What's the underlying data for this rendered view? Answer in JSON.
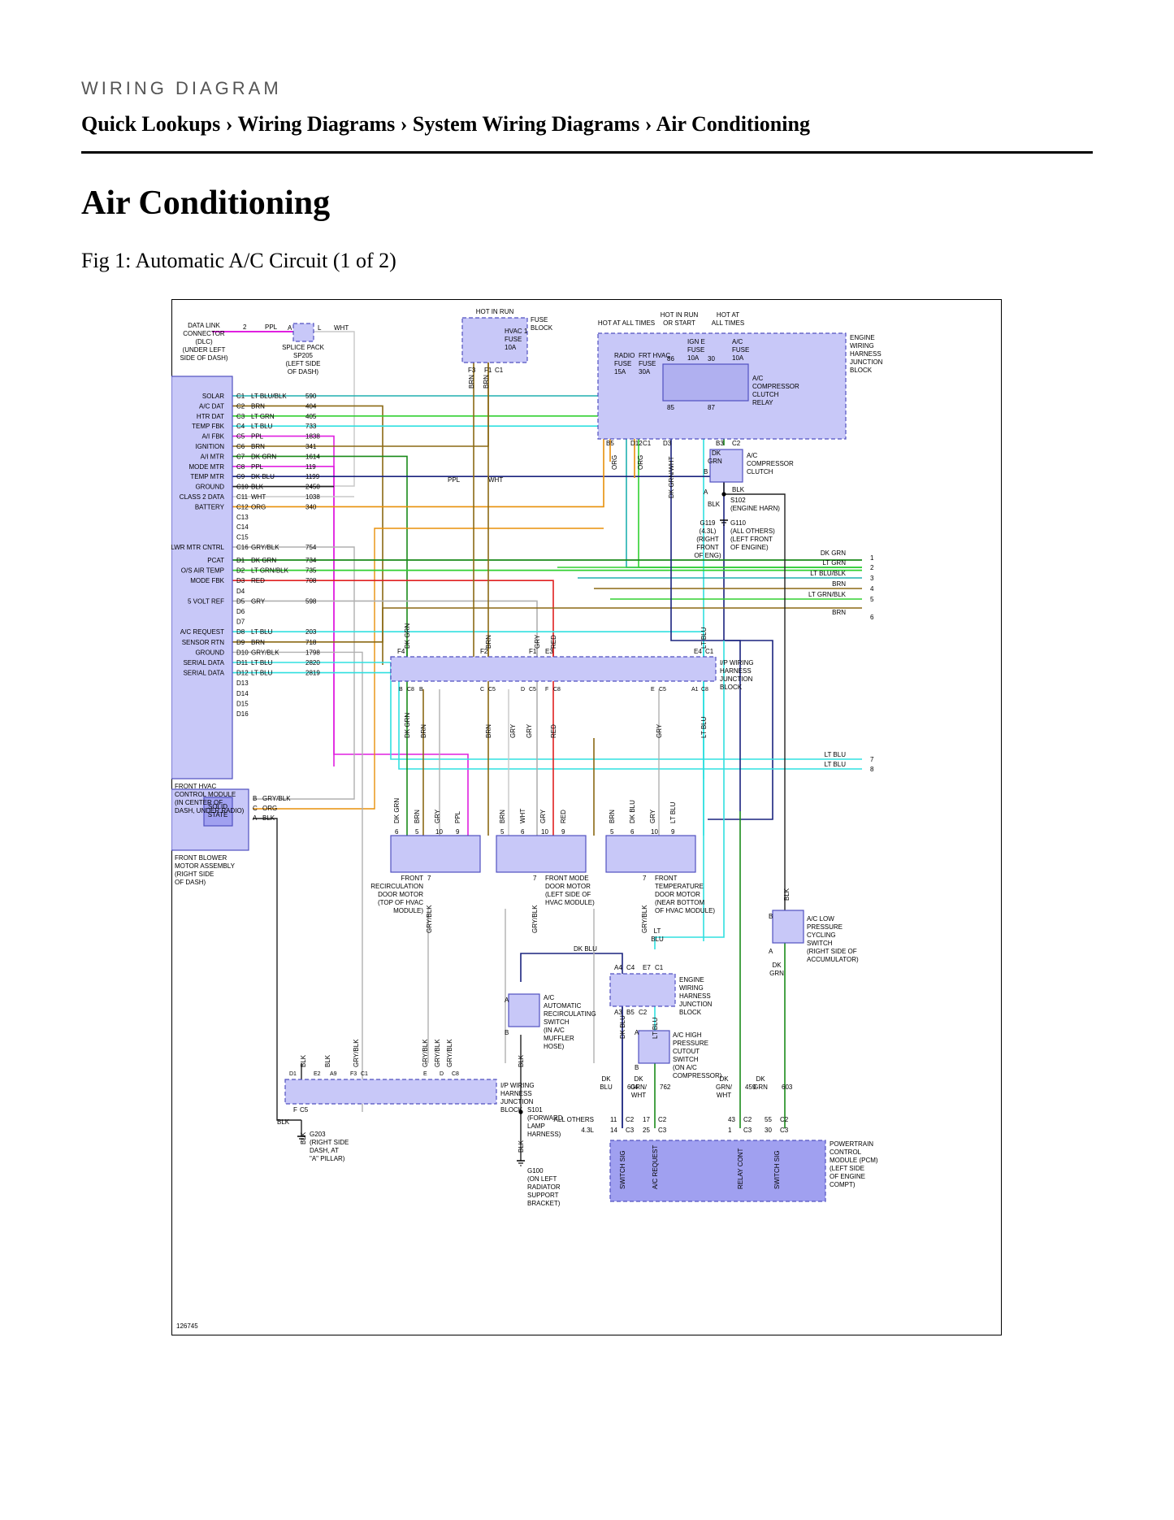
{
  "header": {
    "section_label": "WIRING DIAGRAM",
    "breadcrumbs": [
      "Quick Lookups",
      "Wiring Diagrams",
      "System Wiring Diagrams",
      "Air Conditioning"
    ],
    "separator": "›"
  },
  "page_title": "Air Conditioning",
  "figure_caption": "Fig 1: Automatic A/C Circuit (1 of 2)",
  "diagram": {
    "figure_number": "126745",
    "wire_colors": {
      "PPL": "#e020e0",
      "BRN": "#8b6914",
      "LT_GRN": "#30d030",
      "LT_BLU": "#30e0e0",
      "DK_GRN": "#1a8a1a",
      "DK_BLU": "#1a237e",
      "ORG": "#e8900a",
      "GRY": "#b0b0b0",
      "RED": "#e02020",
      "WHT": "#c8c8c8",
      "BLK": "#222222",
      "TEAL": "#20b0b0",
      "box_fill": "#c8c8f8",
      "box_stroke": "#5050c0",
      "pcm_fill": "#a0a0f0"
    },
    "dlc": {
      "label": [
        "DATA LINK",
        "CONNECTOR",
        "(DLC)",
        "(UNDER LEFT",
        "SIDE OF DASH)"
      ],
      "pin": "2",
      "wire": "PPL"
    },
    "splice_pack": {
      "label": [
        "SPLICE PACK",
        "SP205",
        "(LEFT SIDE",
        "OF DASH)"
      ],
      "pin_a": "A",
      "pin_l": "L",
      "wire": "WHT"
    },
    "fuse_block": {
      "hot": "HOT IN RUN",
      "label": [
        "FUSE",
        "BLOCK"
      ],
      "fuse": [
        "HVAC 1",
        "FUSE",
        "10A"
      ],
      "pins": [
        "F3",
        "F1",
        "C1"
      ],
      "wires": [
        "BRN",
        "BRN"
      ]
    },
    "ewjb": {
      "hot_labels": [
        "HOT AT ALL TIMES",
        "HOT IN RUN",
        "OR START",
        "HOT AT",
        "ALL TIMES"
      ],
      "label": [
        "ENGINE",
        "WIRING",
        "HARNESS",
        "JUNCTION",
        "BLOCK"
      ],
      "fuses": [
        [
          "RADIO",
          "FUSE",
          "15A"
        ],
        [
          "FRT HVAC",
          "FUSE",
          "30A"
        ],
        [
          "IGN E",
          "FUSE",
          "10A"
        ],
        [
          "A/C",
          "FUSE",
          "10A"
        ]
      ],
      "relay_pins": [
        "86",
        "30",
        "85",
        "87"
      ],
      "relay_label": [
        "A/C",
        "COMPRESSOR",
        "CLUTCH",
        "RELAY"
      ],
      "pins": [
        "B5",
        "D12",
        "C1",
        "D3",
        "B3",
        "C2"
      ],
      "wires": [
        "ORG",
        "ORG",
        "DK GRN/WHT",
        "DK",
        "GRN"
      ]
    },
    "clutch": {
      "label": [
        "A/C",
        "COMPRESSOR",
        "CLUTCH"
      ],
      "pin_b": "B",
      "pin_a": "A",
      "wire": "BLK"
    },
    "s102": {
      "label": [
        "S102",
        "(ENGINE HARN)"
      ],
      "wire": "BLK"
    },
    "grounds_engine": {
      "g119": [
        "G119",
        "(4.3L)",
        "(RIGHT",
        "FRONT",
        "OF ENG)"
      ],
      "g110": [
        "G110",
        "(ALL OTHERS)",
        "(LEFT FRONT",
        "OF ENGINE)"
      ]
    },
    "module": {
      "label": [
        "FRONT HVAC",
        "CONTROL MODULE",
        "(IN CENTER OF",
        "DASH, UNDER RADIO)"
      ],
      "c_rows": [
        {
          "name": "SOLAR",
          "pin": "C1",
          "wire": "LT BLU/BLK",
          "circuit": "590"
        },
        {
          "name": "A/C DAT",
          "pin": "C2",
          "wire": "BRN",
          "circuit": "404"
        },
        {
          "name": "HTR DAT",
          "pin": "C3",
          "wire": "LT GRN",
          "circuit": "405"
        },
        {
          "name": "TEMP FBK",
          "pin": "C4",
          "wire": "LT BLU",
          "circuit": "733"
        },
        {
          "name": "A/I FBK",
          "pin": "C5",
          "wire": "PPL",
          "circuit": "1838"
        },
        {
          "name": "IGNITION",
          "pin": "C6",
          "wire": "BRN",
          "circuit": "341"
        },
        {
          "name": "A/I MTR",
          "pin": "C7",
          "wire": "DK GRN",
          "circuit": "1614"
        },
        {
          "name": "MODE MTR",
          "pin": "C8",
          "wire": "PPL",
          "circuit": "119"
        },
        {
          "name": "TEMP MTR",
          "pin": "C9",
          "wire": "DK BLU",
          "circuit": "1199"
        },
        {
          "name": "GROUND",
          "pin": "C10",
          "wire": "BLK",
          "circuit": "2450"
        },
        {
          "name": "CLASS 2 DATA",
          "pin": "C11",
          "wire": "WHT",
          "circuit": "1038"
        },
        {
          "name": "BATTERY",
          "pin": "C12",
          "wire": "ORG",
          "circuit": "340"
        },
        {
          "name": "",
          "pin": "C13",
          "wire": "",
          "circuit": ""
        },
        {
          "name": "",
          "pin": "C14",
          "wire": "",
          "circuit": ""
        },
        {
          "name": "",
          "pin": "C15",
          "wire": "",
          "circuit": ""
        },
        {
          "name": "BLWR MTR CNTRL",
          "pin": "C16",
          "wire": "GRY/BLK",
          "circuit": "754"
        }
      ],
      "d_rows": [
        {
          "name": "PCAT",
          "pin": "D1",
          "wire": "DK GRN",
          "circuit": "734"
        },
        {
          "name": "O/S AIR TEMP",
          "pin": "D2",
          "wire": "LT GRN/BLK",
          "circuit": "735"
        },
        {
          "name": "MODE FBK",
          "pin": "D3",
          "wire": "RED",
          "circuit": "708"
        },
        {
          "name": "",
          "pin": "D4",
          "wire": "",
          "circuit": ""
        },
        {
          "name": "5 VOLT REF",
          "pin": "D5",
          "wire": "GRY",
          "circuit": "598"
        },
        {
          "name": "",
          "pin": "D6",
          "wire": "",
          "circuit": ""
        },
        {
          "name": "",
          "pin": "D7",
          "wire": "",
          "circuit": ""
        },
        {
          "name": "A/C REQUEST",
          "pin": "D8",
          "wire": "LT BLU",
          "circuit": "203"
        },
        {
          "name": "SENSOR RTN",
          "pin": "D9",
          "wire": "BRN",
          "circuit": "718"
        },
        {
          "name": "GROUND",
          "pin": "D10",
          "wire": "GRY/BLK",
          "circuit": "1798"
        },
        {
          "name": "SERIAL DATA",
          "pin": "D11",
          "wire": "LT BLU",
          "circuit": "2820"
        },
        {
          "name": "SERIAL DATA",
          "pin": "D12",
          "wire": "LT BLU",
          "circuit": "2819"
        },
        {
          "name": "",
          "pin": "D13",
          "wire": "",
          "circuit": ""
        },
        {
          "name": "",
          "pin": "D14",
          "wire": "",
          "circuit": ""
        },
        {
          "name": "",
          "pin": "D15",
          "wire": "",
          "circuit": ""
        },
        {
          "name": "",
          "pin": "D16",
          "wire": "",
          "circuit": ""
        }
      ]
    },
    "ppl_wht_mid": {
      "left": "PPL",
      "right": "WHT"
    },
    "right_outputs": [
      {
        "wire": "DK GRN",
        "num": "1"
      },
      {
        "wire": "LT GRN",
        "num": "2"
      },
      {
        "wire": "LT BLU/BLK",
        "num": "3"
      },
      {
        "wire": "BRN",
        "num": "4"
      },
      {
        "wire": "LT GRN/BLK",
        "num": "5"
      },
      {
        "wire": "BRN",
        "num": "6"
      },
      {
        "wire": "LT BLU",
        "num": "7"
      },
      {
        "wire": "LT BLU",
        "num": "8"
      }
    ],
    "ip_jb_upper": {
      "label": [
        "I/P WIRING",
        "HARNESS",
        "JUNCTION",
        "BLOCK"
      ],
      "top_wires": [
        "DK GRN",
        "BRN",
        "GRY",
        "RED",
        "LT BLU"
      ],
      "top_pins": [
        "F4",
        "F2",
        "F1",
        "E3",
        "E4",
        "C1"
      ],
      "bottom_pins": [
        "B",
        "C8",
        "B",
        "C",
        "C5",
        "D",
        "C5",
        "F",
        "C8",
        "E",
        "C5",
        "A1",
        "C8"
      ],
      "bottom_wires": [
        "DK GRN",
        "BRN",
        "BRN",
        "GRY",
        "GRY",
        "RED",
        "GRY",
        "LT BLU"
      ]
    },
    "blower": {
      "label": [
        "FRONT BLOWER",
        "MOTOR ASSEMBLY",
        "(RIGHT SIDE",
        "OF DASH)"
      ],
      "inner": [
        "SOLID",
        "STATE"
      ],
      "pins": [
        {
          "pin": "B",
          "wire": "GRY/BLK"
        },
        {
          "pin": "C",
          "wire": "ORG"
        },
        {
          "pin": "A",
          "wire": "BLK"
        }
      ]
    },
    "motors": [
      {
        "wires": [
          "DK GRN",
          "BRN",
          "GRY",
          "PPL"
        ],
        "pins": [
          "6",
          "5",
          "10",
          "9"
        ],
        "ground_pin": "7",
        "ground_wire": "GRY/BLK",
        "label": [
          "FRONT",
          "RECIRCULATION",
          "DOOR MOTOR",
          "(TOP OF HVAC",
          "MODULE)"
        ]
      },
      {
        "wires": [
          "BRN",
          "WHT",
          "GRY",
          "RED"
        ],
        "pins": [
          "5",
          "6",
          "10",
          "9"
        ],
        "ground_pin": "7",
        "ground_wire": "GRY/BLK",
        "label": [
          "FRONT MODE",
          "DOOR MOTOR",
          "(LEFT SIDE OF",
          "HVAC MODULE)"
        ]
      },
      {
        "wires": [
          "BRN",
          "DK BLU",
          "GRY",
          "LT BLU"
        ],
        "pins": [
          "5",
          "6",
          "10",
          "9"
        ],
        "ground_pin": "7",
        "ground_wire": "GRY/BLK",
        "label": [
          "FRONT",
          "TEMPERATURE",
          "DOOR MOTOR",
          "(NEAR BOTTOM",
          "OF HVAC MODULE)"
        ]
      }
    ],
    "low_pressure": {
      "label": [
        "A/C LOW",
        "PRESSURE",
        "CYCLING",
        "SWITCH",
        "(RIGHT SIDE OF",
        "ACCUMULATOR)"
      ],
      "pin_b": "B",
      "pin_a": "A",
      "top_wire": "BLK",
      "bottom_wire": [
        "DK",
        "GRN"
      ]
    },
    "ewjb_lower": {
      "label": [
        "ENGINE",
        "WIRING",
        "HARNESS",
        "JUNCTION",
        "BLOCK"
      ],
      "top": [
        "DK BLU",
        "A4",
        "C4",
        "E7",
        "C1"
      ],
      "lt_blu": [
        "LT",
        "BLU"
      ],
      "bottom": [
        "A3",
        "B5",
        "C2"
      ],
      "wires": [
        "DK BLU",
        "LT BLU"
      ]
    },
    "recirc_switch": {
      "label": [
        "A/C",
        "AUTOMATIC",
        "RECIRCULATING",
        "SWITCH",
        "(IN A/C",
        "MUFFLER",
        "HOSE)"
      ],
      "pin_a": "A",
      "pin_b": "B",
      "wire": "BLK"
    },
    "s101": {
      "label": [
        "S101",
        "(FORWARD",
        "LAMP",
        "HARNESS)"
      ],
      "wire": "BLK"
    },
    "g100": {
      "label": [
        "G100",
        "(ON LEFT",
        "RADIATOR",
        "SUPPORT",
        "BRACKET)"
      ]
    },
    "high_pressure": {
      "label": [
        "A/C HIGH",
        "PRESSURE",
        "CUTOUT",
        "SWITCH",
        "(ON A/C",
        "COMPRESSOR)"
      ],
      "pin_a": "A",
      "pin_b": "B"
    },
    "ip_jb_lower": {
      "label": [
        "I/P WIRING",
        "HARNESS",
        "JUNCTION",
        "BLOCK"
      ],
      "top_wires": [
        "BLK",
        "BLK",
        "GRY/BLK",
        "GRY/BLK",
        "GRY/BLK",
        "GRY/BLK"
      ],
      "top_pins": [
        "D1",
        "E2",
        "A9",
        "F3",
        "C1",
        "E",
        "D",
        "C8"
      ],
      "bottom_pin": [
        "F",
        "C5"
      ],
      "bottom_wire": "BLK"
    },
    "g203": {
      "label": [
        "G203",
        "(RIGHT SIDE",
        "DASH, AT",
        "\"A\" PILLAR)"
      ],
      "wire": "BLK"
    },
    "pcm": {
      "label": [
        "POWERTRAIN",
        "CONTROL",
        "MODULE (PCM)",
        "(LEFT SIDE",
        "OF ENGINE",
        "COMPT)"
      ],
      "variant_labels": [
        "ALL OTHERS",
        "4.3L"
      ],
      "circuits": [
        {
          "wire": [
            "DK",
            "BLU"
          ],
          "circuit": "604",
          "pins": [
            "11",
            "14"
          ],
          "conns": [
            "C2",
            "C3"
          ],
          "func": "SWITCH SIG"
        },
        {
          "wire": [
            "DK",
            "GRN/",
            "WHT"
          ],
          "circuit": "762",
          "pins": [
            "17",
            "25"
          ],
          "conns": [
            "C2",
            "C3"
          ],
          "func": "A/C REQUEST"
        },
        {
          "wire": [
            "DK",
            "GRN/",
            "WHT"
          ],
          "circuit": "459",
          "pins": [
            "43",
            "1"
          ],
          "conns": [
            "C2",
            "C3"
          ],
          "func": "RELAY CONT"
        },
        {
          "wire": [
            "DK",
            "GRN"
          ],
          "circuit": "603",
          "pins": [
            "55",
            "30"
          ],
          "conns": [
            "C2",
            "C3"
          ],
          "func": "SWITCH SIG"
        }
      ]
    }
  }
}
